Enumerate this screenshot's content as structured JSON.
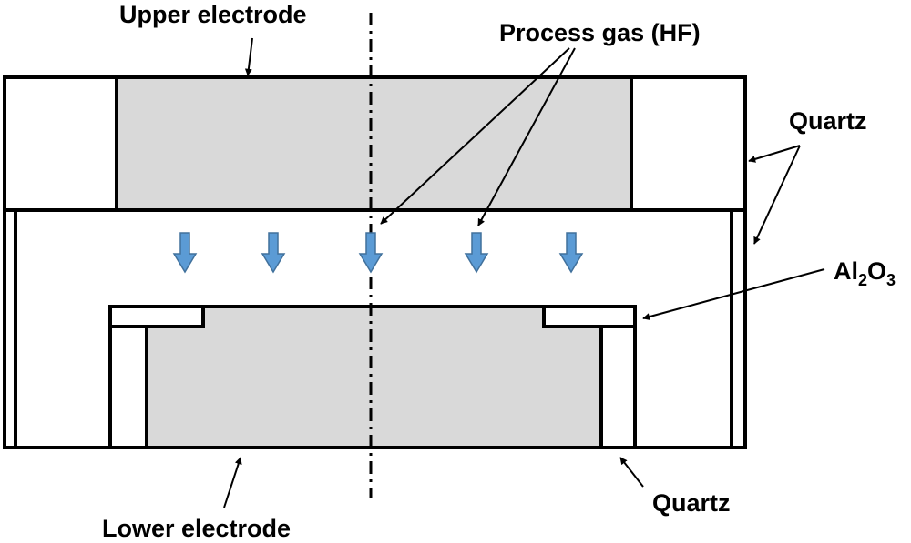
{
  "labels": {
    "upper_electrode": "Upper electrode",
    "process_gas": "Process gas (HF)",
    "quartz_right": "Quartz",
    "al2o3": {
      "al": "Al",
      "sub2": "2",
      "o": "O",
      "sub3": "3"
    },
    "quartz_bottom": "Quartz",
    "lower_electrode": "Lower electrode"
  },
  "colors": {
    "electrode_fill": "#d9d9d9",
    "gas_arrow_fill": "#5b9bd5",
    "gas_arrow_stroke": "#41719c",
    "outline": "#000000"
  },
  "gas_arrows": {
    "count": 5
  }
}
